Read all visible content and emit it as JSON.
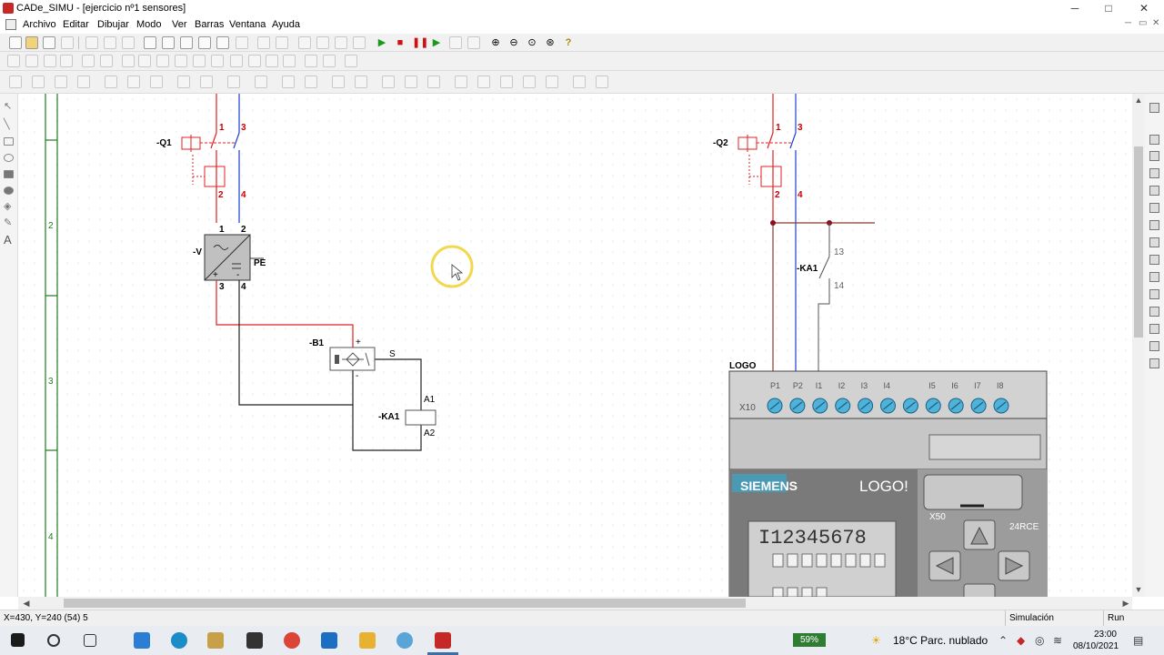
{
  "window": {
    "title": "CADe_SIMU - [ejercicio nº1 sensores]",
    "minimize": "─",
    "maximize": "□",
    "close": "✕"
  },
  "menu": {
    "items": [
      "Archivo",
      "Editar",
      "Dibujar",
      "Modo",
      "Ver",
      "Barras",
      "Ventana",
      "Ayuda"
    ],
    "mdi_controls": [
      "─",
      "▭",
      "✕"
    ]
  },
  "toolbar": {
    "icons": [
      "new-icon",
      "open-icon",
      "save-icon",
      "print-icon",
      "cut-icon",
      "copy-icon",
      "paste-icon",
      "zoom-icon",
      "simulate-icon",
      "stop-icon",
      "pause-icon",
      "step-icon",
      "help-icon"
    ]
  },
  "colors": {
    "wire_red": "#e02020",
    "wire_blue": "#1c3fd0",
    "wire_black": "#222222",
    "label_red": "#cc0000",
    "ruler_green": "#1e7d1e",
    "device_gray": "#c0c0c0"
  },
  "ruler": {
    "rows": [
      "2",
      "3",
      "4"
    ]
  },
  "circuit": {
    "q1": {
      "label": "-Q1",
      "t1": "1",
      "t3": "3",
      "t2": "2",
      "t4": "4"
    },
    "v": {
      "label": "-V",
      "t1": "1",
      "t2": "2",
      "t3": "3",
      "t4": "4",
      "pe": "PE",
      "plus": "+",
      "minus": "-"
    },
    "b1": {
      "label": "-B1",
      "plus": "+",
      "minus": "-",
      "s": "S"
    },
    "ka1_coil": {
      "label": "-KA1",
      "a1": "A1",
      "a2": "A2"
    },
    "q2": {
      "label": "-Q2",
      "t1": "1",
      "t3": "3",
      "t2": "2",
      "t4": "4"
    },
    "ka1_contact": {
      "label": "-KA1",
      "t13": "13",
      "t14": "14"
    },
    "logo": {
      "label": "LOGO",
      "connector": "X10",
      "terminals": [
        "P1",
        "P2",
        "I1",
        "I2",
        "I3",
        "I4",
        "",
        "I5",
        "I6",
        "I7",
        "I8"
      ],
      "brand": "SIEMENS",
      "model": "LOGO!",
      "display_text": "I12345678",
      "x50": "X50",
      "variant": "24RCE"
    }
  },
  "status": {
    "coords": "X=430, Y=240 (54) 5",
    "mode": "Simulación",
    "state": "Run"
  },
  "taskbar": {
    "battery": "59%",
    "weather": "18°C  Parc. nublado",
    "time": "23:00",
    "date": "08/10/2021"
  }
}
